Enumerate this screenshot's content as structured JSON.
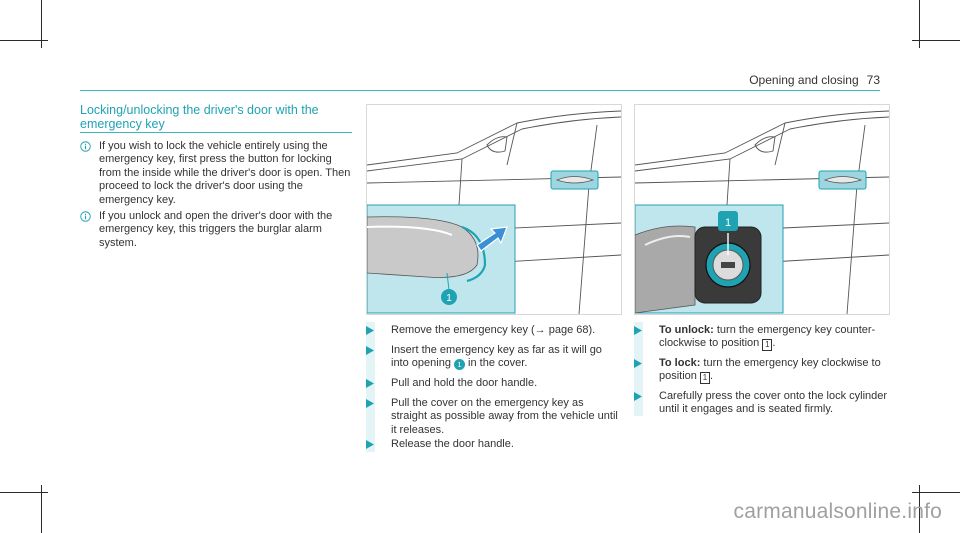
{
  "header": {
    "section_name": "Opening and closing",
    "page_number": "73"
  },
  "section": {
    "title": "Locking/unlocking the driver's door with the emergency key"
  },
  "notes": [
    {
      "icon": "info-icon",
      "text": "If you wish to lock the vehicle entirely using the emergency key, first press the button for locking from the inside while the driver's door is open. Then proceed to lock the driver's door using the emergency key."
    },
    {
      "icon": "info-icon",
      "text": "If you unlock and open the driver's door with the emergency key, this triggers the burglar alarm system."
    }
  ],
  "figures": [
    {
      "callout": "1"
    },
    {
      "callout": "1"
    }
  ],
  "steps_left": [
    {
      "text": "Remove the emergency key (→ page 68)."
    },
    {
      "before": "Insert the emergency key as far as it will go into opening ",
      "callout": "1",
      "after": " in the cover."
    },
    {
      "text": "Pull and hold the door handle."
    },
    {
      "text": "Pull the cover on the emergency key as straight as possible away from the vehicle until it releases."
    },
    {
      "text": "Release the door handle."
    }
  ],
  "steps_right": [
    {
      "bold": "To unlock:",
      "text": " turn the emergency key counter-clockwise to position ",
      "pos": "1",
      "after": "."
    },
    {
      "bold": "To lock:",
      "text": " turn the emergency key clockwise to position ",
      "pos": "1",
      "after": "."
    },
    {
      "text": "Carefully press the cover onto the lock cylinder until it engages and is seated firmly."
    }
  ],
  "watermark": "carmanualsonline.info",
  "colors": {
    "accent": "#1fa3b3",
    "inset_bg": "#bfe6ec",
    "handle_highlight": "#9dd6df"
  }
}
